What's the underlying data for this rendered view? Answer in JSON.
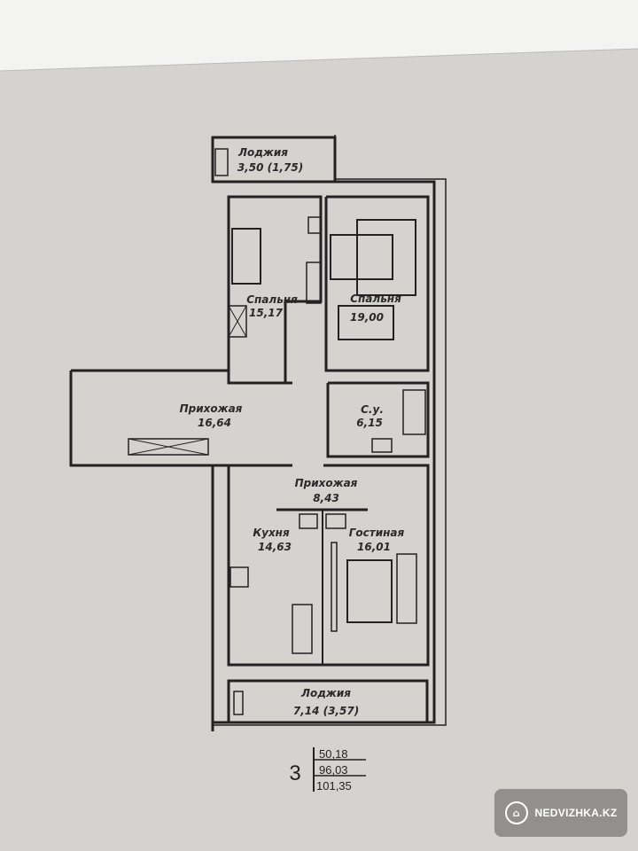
{
  "rooms": {
    "loggia_top": {
      "name": "Лоджия",
      "area": "3,50 (1,75)"
    },
    "bedroom_1": {
      "name": "Спальня",
      "area": "15,17"
    },
    "bedroom_2": {
      "name": "Спальня",
      "area": "19,00"
    },
    "hallway_1": {
      "name": "Прихожая",
      "area": "16,64"
    },
    "bathroom": {
      "name": "С.у.",
      "area": "6,15"
    },
    "hallway_2": {
      "name": "Прихожая",
      "area": "8,43"
    },
    "kitchen": {
      "name": "Кухня",
      "area": "14,63"
    },
    "living": {
      "name": "Гостиная",
      "area": "16,01"
    },
    "loggia_bottom": {
      "name": "Лоджия",
      "area": "7,14 (3,57)"
    }
  },
  "summary": {
    "rooms_count": "3",
    "living_area": "50,18",
    "total_area": "96,03",
    "total_with_loggia": "101,35"
  },
  "watermark": {
    "text": "NEDVIZHKA.KZ",
    "icon": "house-icon"
  }
}
